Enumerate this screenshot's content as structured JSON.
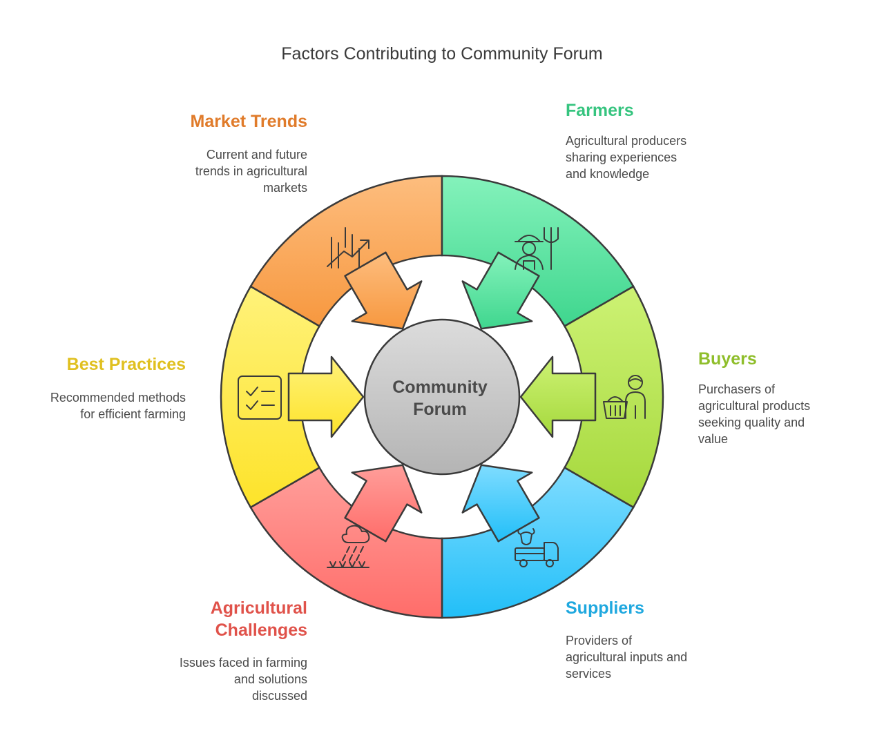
{
  "title": "Factors Contributing to Community Forum",
  "center": {
    "line1": "Community",
    "line2": "Forum",
    "color": "#c8c8c8"
  },
  "segments": [
    {
      "key": "market-trends",
      "label": "Market Trends",
      "color": "#e07b2a",
      "fill_from": "#fdbd7e",
      "fill_to": "#f7983f",
      "description": "Current and future trends in agricultural markets",
      "icon": "chart-trend-icon"
    },
    {
      "key": "farmers",
      "label": "Farmers",
      "color": "#36c47f",
      "fill_from": "#84f2bb",
      "fill_to": "#3fd68e",
      "description": "Agricultural producers sharing experiences and knowledge",
      "icon": "farmer-pitchfork-icon"
    },
    {
      "key": "buyers",
      "label": "Buyers",
      "color": "#8fbe2b",
      "fill_from": "#cdf274",
      "fill_to": "#a5d83c",
      "description": "Purchasers of agricultural products seeking quality and value",
      "icon": "buyer-basket-icon"
    },
    {
      "key": "suppliers",
      "label": "Suppliers",
      "color": "#1fa8df",
      "fill_from": "#7fdcff",
      "fill_to": "#22bff8",
      "description": "Providers of agricultural inputs and services",
      "icon": "truck-cattle-icon"
    },
    {
      "key": "agricultural-challenges",
      "label": "Agricultural Challenges",
      "color": "#e0524a",
      "fill_from": "#ff9e9a",
      "fill_to": "#ff6d6a",
      "description": "Issues faced in farming and solutions discussed",
      "icon": "rain-crops-icon"
    },
    {
      "key": "best-practices",
      "label": "Best Practices",
      "color": "#e0c020",
      "fill_from": "#fff27a",
      "fill_to": "#fde32a",
      "description": "Recommended methods for efficient farming",
      "icon": "checklist-icon"
    }
  ]
}
